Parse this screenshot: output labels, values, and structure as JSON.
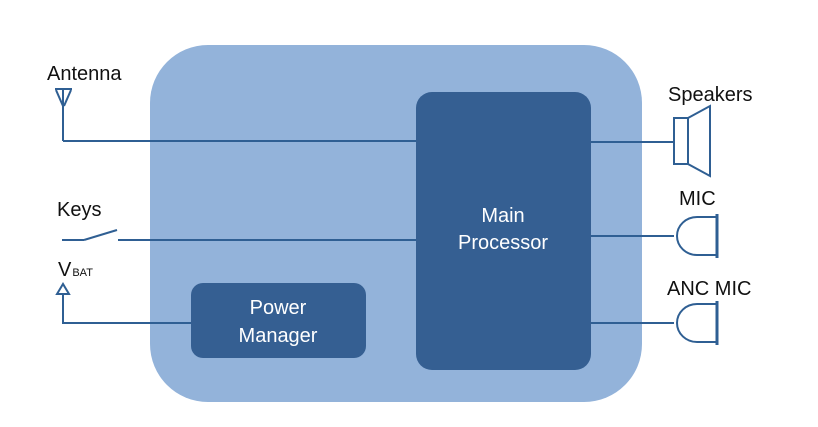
{
  "labels": {
    "antenna": "Antenna",
    "keys": "Keys",
    "vbat_main": "V",
    "vbat_sub": "BAT",
    "speakers": "Speakers",
    "mic": "MIC",
    "anc_mic": "ANC MIC"
  },
  "blocks": {
    "main_processor": [
      "Main",
      "Processor"
    ],
    "power_manager": [
      "Power",
      "Manager"
    ]
  },
  "colors": {
    "enclosure": "#93b3da",
    "block": "#355f92",
    "line": "#2f5f93"
  },
  "icons": [
    "antenna-icon",
    "switch-icon",
    "battery-arrow-icon",
    "speaker-icon",
    "microphone-icon"
  ]
}
